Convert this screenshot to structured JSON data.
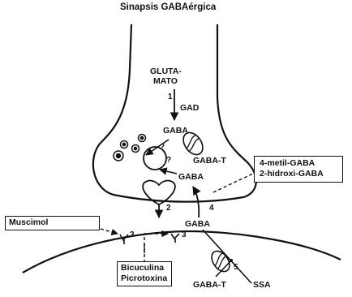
{
  "title": "Sinapsis GABAérgica",
  "labels": {
    "glutamato_line1": "GLUTA-",
    "glutamato_line2": "MATO",
    "step1": "1",
    "gad": "GAD",
    "gaba_top": "GABA",
    "gaba_t_upper": "GABA-T",
    "q1": "?",
    "q2": "?",
    "gaba_mid": "GABA",
    "step2": "2",
    "step4": "4",
    "gaba_cleft": "GABA",
    "step3_left": "3",
    "step3_right": "3",
    "step5": "5",
    "gaba_t_lower": "GABA-T",
    "ssa": "SSA"
  },
  "boxes": {
    "inhibitors_line1": "4-metil-GABA",
    "inhibitors_line2": "2-hidroxi-GABA",
    "muscimol": "Muscimol",
    "antagonists_line1": "Bicuculina",
    "antagonists_line2": "Picrotoxina"
  }
}
